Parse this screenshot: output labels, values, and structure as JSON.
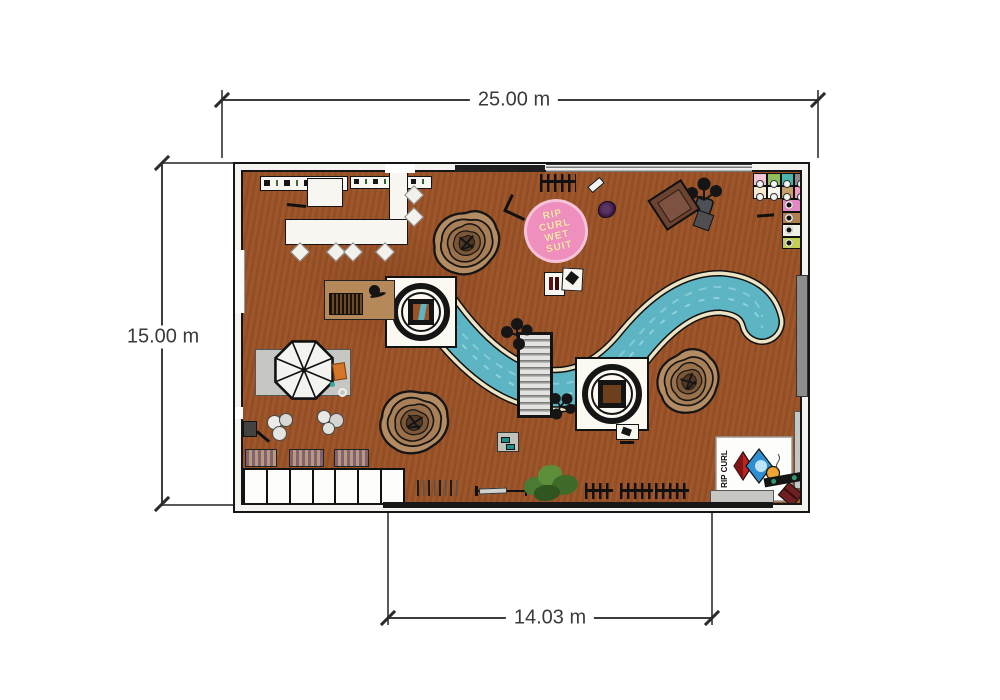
{
  "dimensions": {
    "width_top": "25.00 m",
    "height_left": "15.00 m",
    "width_bottom": "14.03 m"
  },
  "logo_rug": {
    "lines": [
      "RIP",
      "CURL",
      "WET",
      "SUIT"
    ]
  },
  "brand_sign": {
    "text": "RIP CURL"
  },
  "palette": {
    "floor": "#9b5226",
    "water": "#5db4c2",
    "river_bank": "#ece4c4",
    "rock": "#b48c63",
    "wall": "#f4f3ef",
    "logo_pink": "#ee8fbe",
    "logo_cream": "#f7e9a8"
  },
  "shelves": {
    "top_unit": [
      "#f2c4d8",
      "#8fbf5c",
      "#4ab5ae",
      "#8b8b89",
      "#f3e9d2",
      "#f7f5ee",
      "#c79f6d",
      "#ef9fc4"
    ],
    "side_unit": [
      "#e387c5",
      "#b08050",
      "#f2efe7",
      "#c3cf52"
    ]
  }
}
